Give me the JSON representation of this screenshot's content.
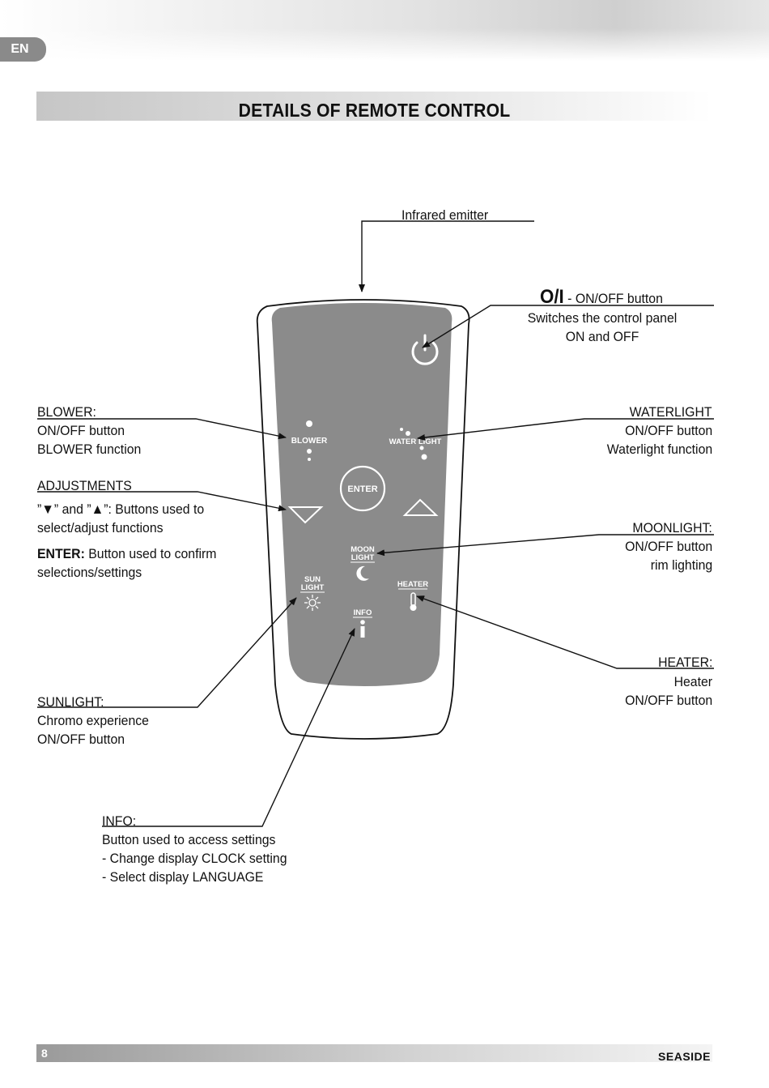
{
  "header": {
    "lang_tab": "EN",
    "title": "DETAILS OF REMOTE CONTROL"
  },
  "callouts": {
    "infrared": "Infrared emitter",
    "onoff": {
      "symbol": "O/I",
      "title": " - ON/OFF button",
      "line1": "Switches  the control panel",
      "line2": "ON and OFF"
    },
    "blower": {
      "heading": "BLOWER:",
      "line1": "ON/OFF button",
      "line2": "BLOWER function"
    },
    "waterlight": {
      "heading": "WATERLIGHT",
      "line1": "ON/OFF button",
      "line2": "Waterlight function"
    },
    "adjustments": {
      "heading": "ADJUSTMENTS",
      "line1": "”▼” and ”▲”: Buttons used to",
      "line2": "select/adjust functions",
      "enter_bold": "ENTER:",
      "enter_rest": " Button used to confirm",
      "line4": "selections/settings"
    },
    "moonlight": {
      "heading": "MOONLIGHT:",
      "line1": "ON/OFF button",
      "line2": "rim lighting"
    },
    "heater": {
      "heading": "HEATER:",
      "line1": "Heater",
      "line2": "ON/OFF button"
    },
    "sunlight": {
      "heading": "SUNLIGHT:",
      "line1": "Chromo experience",
      "line2": "ON/OFF button"
    },
    "info": {
      "heading": "INFO:",
      "line1": "Button used to access settings",
      "line2": "- Change display CLOCK setting",
      "line3": "- Select display LANGUAGE"
    }
  },
  "remote": {
    "blower": "BLOWER",
    "waterlight": "WATER LIGHT",
    "enter": "ENTER",
    "moon1": "MOON",
    "moon2": "LIGHT",
    "sun1": "SUN",
    "sun2": "LIGHT",
    "heater": "HEATER",
    "info": "INFO",
    "icons": [
      "power-icon",
      "bubbles-icon",
      "down-triangle-icon",
      "up-triangle-icon",
      "moon-icon",
      "sun-icon",
      "thermometer-icon",
      "info-icon"
    ]
  },
  "footer": {
    "page": "8",
    "brand": "SEASIDE"
  }
}
